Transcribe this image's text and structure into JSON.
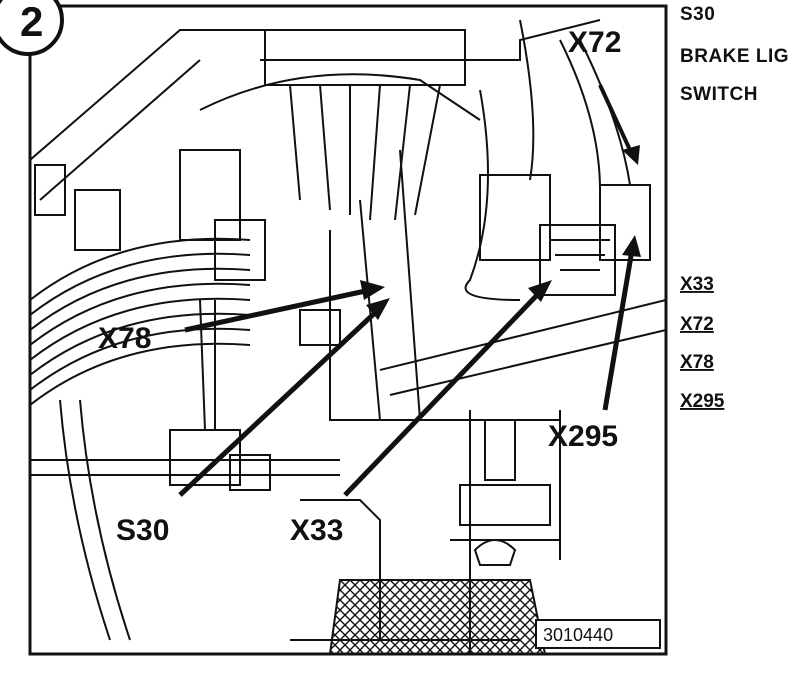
{
  "figure": {
    "step_number": "2",
    "reference_number": "3010440"
  },
  "callouts": {
    "x72": "X72",
    "x78": "X78",
    "x295": "X295",
    "s30": "S30",
    "x33": "X33"
  },
  "side_notes": {
    "component_code": "S30",
    "component_name_line1": "BRAKE LIG",
    "component_name_line2": "SWITCH"
  },
  "connector_list": [
    "X33",
    "X72",
    "X78",
    "X295"
  ]
}
